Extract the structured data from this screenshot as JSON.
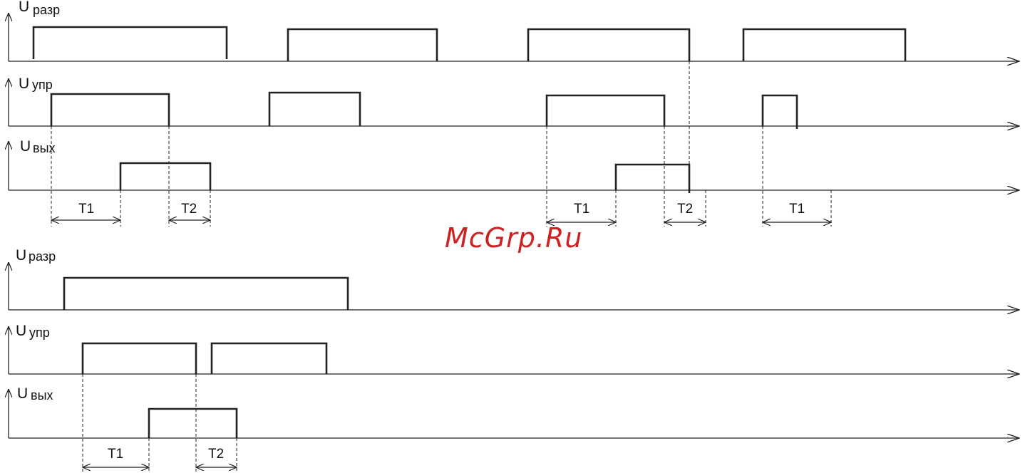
{
  "watermark": "McGrp.Ru",
  "signals": {
    "u_razr": {
      "main": "U",
      "sub": "разр"
    },
    "u_upr": {
      "main": "U",
      "sub": "упр"
    },
    "u_vyh": {
      "main": "U",
      "sub": "вых"
    }
  },
  "intervals": {
    "t1": "T1",
    "t2": "T2"
  },
  "colors": {
    "line": "#222222",
    "watermark": "#cc2222"
  }
}
